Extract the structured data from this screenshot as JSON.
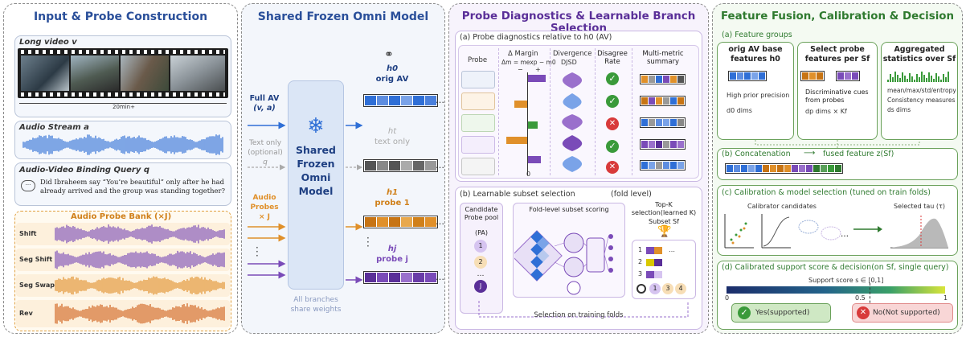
{
  "panel1": {
    "title": "Input & Probe Construction",
    "long_video": "Long video v",
    "duration": "20min+",
    "audio_stream": "Audio Stream a",
    "query_title": "Audio-Video Binding Query q",
    "query_text": "Did Ibraheem say “You’re beautiful” only after he had already arrived and the group was standing together?",
    "probe_bank": "Audio Probe Bank (×J)",
    "probes": [
      "Shift",
      "Seg Shift",
      "Seg Swap",
      "Rev"
    ]
  },
  "panel2": {
    "title": "Shared Frozen Omni Model",
    "input_full": "Full AV",
    "input_full_sub": "(v, a)",
    "input_text": "Text only",
    "input_text_sub": "(optional)",
    "input_text_var": "q",
    "input_audio": "Audio Probes",
    "input_audio_sub": "× J",
    "model_line1": "Shared",
    "model_line2": "Frozen",
    "model_line3": "Omni",
    "model_line4": "Model",
    "foot_line1": "All branches",
    "foot_line2": "share weights",
    "outputs": [
      {
        "var": "h0",
        "name": "orig AV"
      },
      {
        "var": "ht",
        "name": "text only"
      },
      {
        "var": "h1",
        "name": "probe 1"
      },
      {
        "var": "hj",
        "name": "probe j"
      }
    ],
    "ellipsis": "…"
  },
  "panel3": {
    "title": "Probe Diagnostics & Learnable Branch Selection",
    "sub_a": "(a) Probe diagnostics relative to h0 (AV)",
    "col_probe": "Probe",
    "col_margin": "Δ Margin",
    "col_margin_formula": "Δm = mexp − m0",
    "col_div": "Divergence",
    "col_div_sub": "DJSD",
    "col_disagree": "Disagree Rate",
    "col_multi": "Multi-metric summary",
    "minus": "−",
    "plus": "+",
    "zero": "0",
    "disagree": [
      "check",
      "check",
      "cross",
      "check",
      "cross"
    ],
    "sub_b": "(b) Learnable subset selection",
    "sub_b_level": "(fold level)",
    "candidate": "Candidate Probe pool",
    "candidate_sub": "(PA)",
    "pool": [
      "1",
      "2",
      "…",
      "J"
    ],
    "scoring": "Fold-level subset scoring",
    "topk": "Top-K selection(learned K)",
    "topk_sub": "Subset Sf",
    "ranks": [
      "1",
      "2",
      "3"
    ],
    "picked": [
      "1",
      "3",
      "4"
    ],
    "footer": "Selection on training folds"
  },
  "panel4": {
    "title": "Feature Fusion, Calibration & Decision",
    "sub_a": "(a) Feature groups",
    "g1_title": "orig AV base features h0",
    "g1_b1": "High prior precision",
    "g1_b2": "d0 dims",
    "g2_title": "Select probe features per Sf",
    "g2_b1": "Discriminative cues from probes",
    "g2_b2": "dp dims × Kf",
    "g3_title": "Aggregated statistics over Sf",
    "g3_b1": "mean/max/std/entropy",
    "g3_b2": "Consistency measures",
    "g3_b3": "ds dims",
    "sub_b": "(b) Concatenation",
    "fused": "fused feature z(Sf)",
    "sub_c": "(c) Calibration & model selection (tuned on train folds)",
    "calib": "Calibrator candidates",
    "selected_tau": "Selected tau (τ)",
    "sub_d": "(d) Calibrated support score & decision(on Sf, single query)",
    "support": "Support score s ∈ [0,1]",
    "tick0": "0",
    "tick05": "0.5",
    "tick1": "1",
    "yes": "Yes(supported)",
    "no": "No(Not supported)"
  },
  "colors": {
    "blue": "#2f6fd6",
    "orange": "#e0902a",
    "purple": "#7a4bb8",
    "green": "#3a9a3a",
    "red": "#d83a3a",
    "dark_navy": "#1b2d6b"
  }
}
